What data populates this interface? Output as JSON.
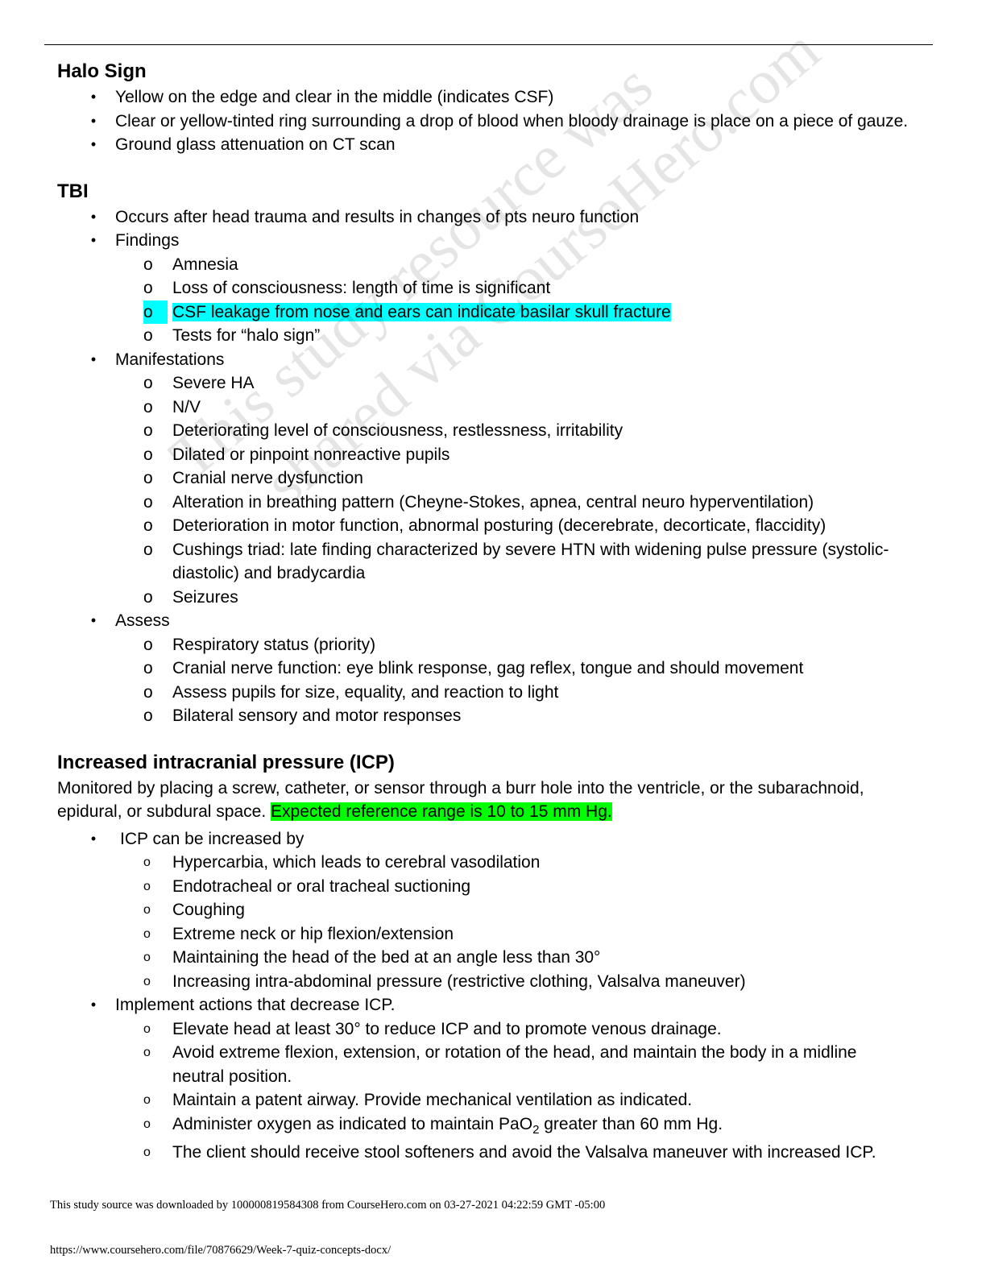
{
  "sections": {
    "halo": {
      "title": "Halo Sign",
      "items": [
        "Yellow on the edge and clear in the middle (indicates CSF)",
        "Clear or yellow-tinted ring surrounding a drop of blood when bloody drainage is place on a piece of gauze.",
        "Ground glass attenuation on CT scan"
      ]
    },
    "tbi": {
      "title": "TBI",
      "occurs": "Occurs after head trauma and results in changes of pts neuro function",
      "findings_label": "Findings",
      "findings": [
        "Amnesia",
        "Loss of consciousness: length of time is significant",
        "CSF leakage from nose and ears can indicate basilar skull fracture",
        "Tests for “halo sign”"
      ],
      "manifestations_label": "Manifestations",
      "manifestations": [
        "Severe HA",
        "N/V",
        "Deteriorating level of consciousness, restlessness, irritability",
        "Dilated or pinpoint nonreactive pupils",
        "Cranial nerve dysfunction",
        "Alteration in breathing pattern (Cheyne-Stokes, apnea, central neuro hyperventilation)",
        "Deterioration in motor function, abnormal posturing (decerebrate, decorticate, flaccidity)",
        "Cushings triad: late finding characterized by severe HTN with widening pulse pressure (systolic-diastolic) and bradycardia",
        "Seizures"
      ],
      "assess_label": "Assess",
      "assess": [
        "Respiratory status (priority)",
        "Cranial nerve function: eye blink response, gag reflex, tongue and should movement",
        "Assess pupils for size, equality, and reaction to light",
        "Bilateral sensory and motor responses"
      ]
    },
    "icp": {
      "title": "Increased intracranial pressure (ICP)",
      "intro": "Monitored by placing a screw, catheter, or sensor through a burr hole into the ventricle, or the subarachnoid, epidural, or subdural space.",
      "intro_highlight": "Expected reference range is 10 to 15 mm Hg.",
      "increased_label": "ICP can be increased by",
      "increased": [
        "Hypercarbia, which leads to cerebral vasodilation",
        "Endotracheal or oral tracheal suctioning",
        "Coughing",
        "Extreme neck or hip flexion/extension",
        "Maintaining the head of the bed at an angle less than 30°",
        "Increasing intra-abdominal pressure (restrictive clothing, Valsalva maneuver)"
      ],
      "decrease_label": "Implement actions that decrease ICP.",
      "decrease": [
        "Elevate head at least 30° to reduce ICP and to promote venous drainage.",
        "Avoid extreme flexion, extension, or rotation of the head, and maintain the body in a midline neutral position.",
        "Maintain a patent airway. Provide mechanical ventilation as indicated."
      ],
      "oxygen_pre": "Administer oxygen as indicated to maintain PaO",
      "oxygen_sub": "2",
      "oxygen_post": " greater than 60 mm Hg.",
      "stool": "The client should receive stool softeners and avoid the Valsalva maneuver with increased ICP."
    }
  },
  "bullet_glyph": "•",
  "sub_glyph": "o",
  "watermark": {
    "line1": "This study resource was",
    "line2": "shared via CourseHero.com"
  },
  "footer": {
    "source": "This study source was downloaded by 100000819584308 from CourseHero.com on 03-27-2021 04:22:59 GMT -05:00",
    "url": "https://www.coursehero.com/file/70876629/Week-7-quiz-concepts-docx/"
  },
  "colors": {
    "highlight_cyan": "#00ffff",
    "highlight_green": "#00ff00"
  }
}
